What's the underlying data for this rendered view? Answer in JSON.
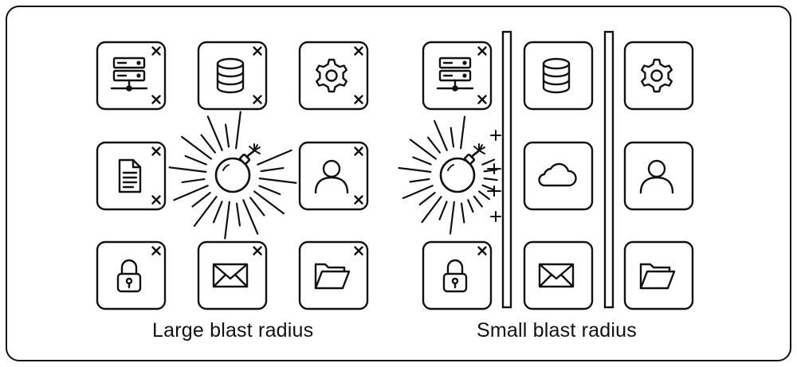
{
  "captions": {
    "left": "Large blast radius",
    "right": "Small blast radius"
  },
  "left_panel": {
    "tiles": [
      {
        "icon": "server-rack-icon",
        "failed": true
      },
      {
        "icon": "database-icon",
        "failed": true
      },
      {
        "icon": "gear-icon",
        "failed": true
      },
      {
        "icon": "document-icon",
        "failed": true
      },
      {
        "icon": "user-icon",
        "failed": true
      },
      {
        "icon": "padlock-icon",
        "failed": true
      },
      {
        "icon": "envelope-icon",
        "failed": true
      },
      {
        "icon": "folder-icon",
        "failed": true
      }
    ],
    "center": "bomb-icon"
  },
  "right_panel": {
    "tiles": [
      {
        "icon": "server-rack-icon",
        "failed": true
      },
      {
        "icon": "database-icon",
        "failed": false
      },
      {
        "icon": "gear-icon",
        "failed": false
      },
      {
        "icon": "cloud-icon",
        "failed": false
      },
      {
        "icon": "user-icon",
        "failed": false
      },
      {
        "icon": "padlock-icon",
        "failed": true
      },
      {
        "icon": "envelope-icon",
        "failed": false
      },
      {
        "icon": "folder-icon",
        "failed": false
      }
    ],
    "center": "bomb-icon",
    "walls": 2
  },
  "colors": {
    "stroke": "#111111",
    "background": "#ffffff"
  }
}
